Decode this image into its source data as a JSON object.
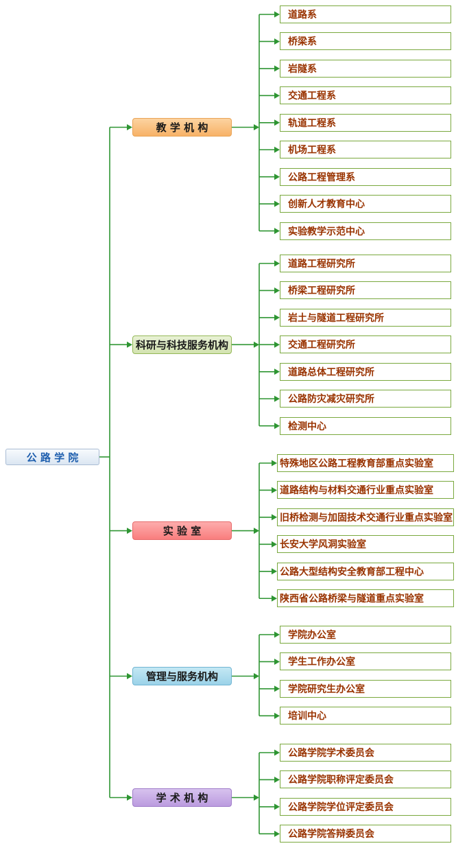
{
  "root": {
    "label": "公 路 学 院"
  },
  "colors": {
    "line": "#2E9532",
    "leaf_border": "#79A83D",
    "leaf_text": "#993300",
    "root_text": "#1F5FAE"
  },
  "groups": [
    {
      "label": "教 学 机 构",
      "bg_top": "#FCD3A0",
      "bg_bottom": "#F7B267",
      "border": "#E9A355",
      "items": [
        "道路系",
        "桥梁系",
        "岩隧系",
        "交通工程系",
        "轨道工程系",
        "机场工程系",
        "公路工程管理系",
        "创新人才教育中心",
        "实验教学示范中心"
      ]
    },
    {
      "label": "科研与科技服务机构",
      "bg_top": "#E8F1D5",
      "bg_bottom": "#D3E3B0",
      "border": "#94B856",
      "items": [
        "道路工程研究所",
        "桥梁工程研究所",
        "岩土与隧道工程研究所",
        "交通工程研究所",
        "道路总体工程研究所",
        "公路防灾减灾研究所",
        "检测中心"
      ]
    },
    {
      "label": "实 验 室",
      "bg_top": "#FDACAC",
      "bg_bottom": "#F97E7E",
      "border": "#E66A6A",
      "items": [
        "特殊地区公路工程教育部重点实验室",
        "道路结构与材料交通行业重点实验室",
        "旧桥检测与加固技术交通行业重点实验室",
        "长安大学风洞实验室",
        "公路大型结构安全教育部工程中心",
        "陕西省公路桥梁与隧道重点实验室"
      ]
    },
    {
      "label": "管理与服务机构",
      "bg_top": "#C4E8F4",
      "bg_bottom": "#9BD2E8",
      "border": "#6FB4D2",
      "items": [
        "学院办公室",
        "学生工作办公室",
        "学院研究生办公室",
        "培训中心"
      ]
    },
    {
      "label": "学 术 机 构",
      "bg_top": "#D7C2EE",
      "bg_bottom": "#BB9BDF",
      "border": "#9F7CC9",
      "items": [
        "公路学院学术委员会",
        "公路学院职称评定委员会",
        "公路学院学位评定委员会",
        "公路学院答辩委员会"
      ]
    }
  ]
}
